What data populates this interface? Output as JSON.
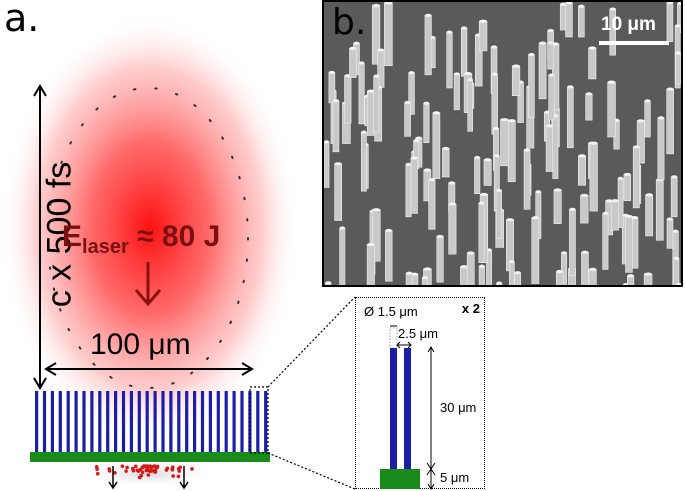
{
  "panel_a": {
    "label": "a.",
    "duration_label": "c x 500 fs",
    "focal_width_label": "100 μm",
    "energy_main": "E",
    "energy_sub": "laser",
    "energy_value": "≈ 80 J"
  },
  "panel_b": {
    "label": "b.",
    "scale_bar_label": "10 μm"
  },
  "inset": {
    "diameter_label": "Ø 1.5 μm",
    "spacing_label": "2.5 μm",
    "height_label": "30 μm",
    "substrate_label": "5 μm",
    "multiplier_label": "x 2"
  },
  "colors": {
    "nanowire": "#1b1fa8",
    "substrate": "#1a8a1a",
    "laser": "#ff2020",
    "electrons": "#d41a1a"
  }
}
